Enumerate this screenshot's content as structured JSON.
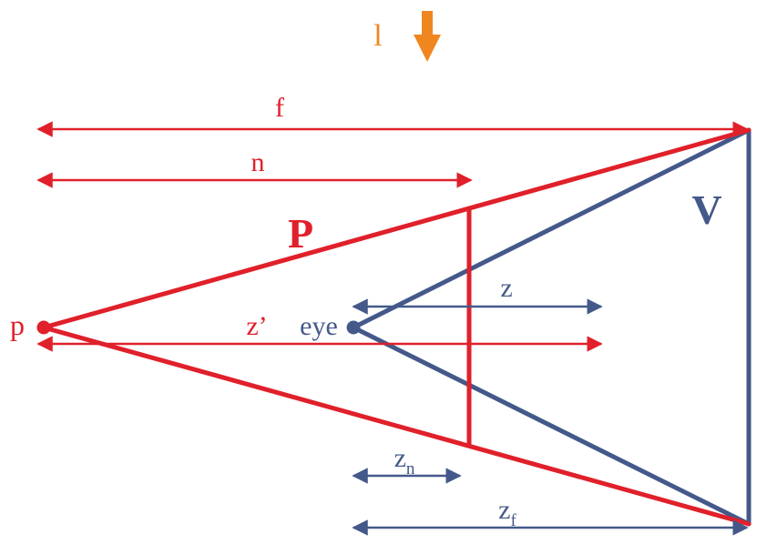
{
  "colors": {
    "red": "#e0202a",
    "blue": "#44598a",
    "orange": "#f0861f",
    "background": "#ffffff"
  },
  "labels": {
    "light_label": "l",
    "f": "f",
    "n": "n",
    "P": "P",
    "V": "V",
    "p": "p",
    "eye": "eye",
    "z": "z",
    "z_prime": "z’",
    "z_n_main": "z",
    "z_n_sub": "n",
    "z_f_main": "z",
    "z_f_sub": "f"
  },
  "icons": {
    "light_direction": "arrow-down-icon"
  }
}
